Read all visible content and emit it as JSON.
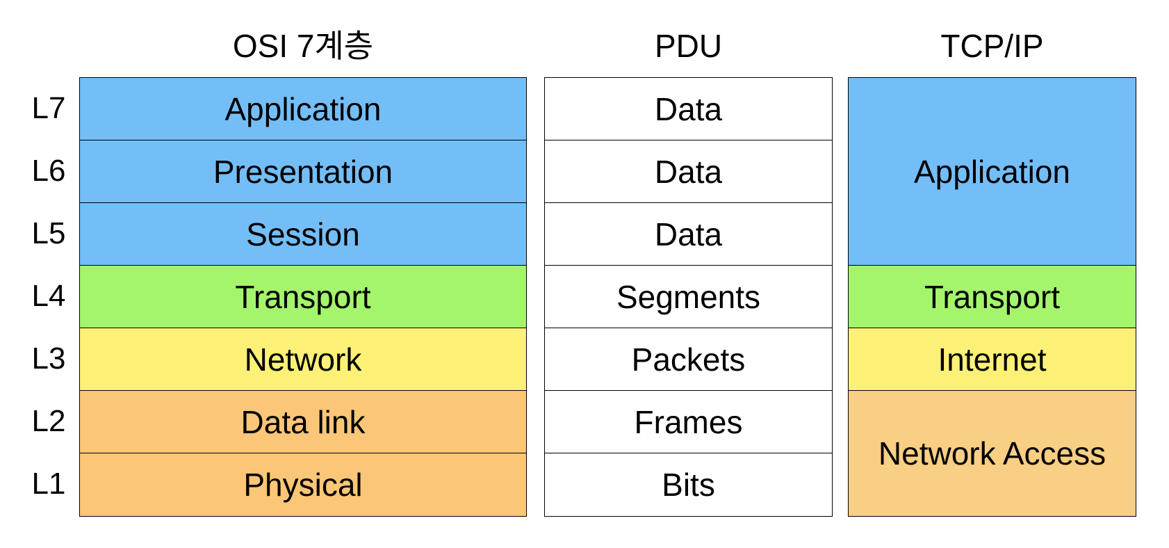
{
  "headers": {
    "osi": "OSI 7계층",
    "pdu": "PDU",
    "tcpip": "TCP/IP"
  },
  "layer_labels": [
    "L7",
    "L6",
    "L5",
    "L4",
    "L3",
    "L2",
    "L1"
  ],
  "osi_layers": [
    {
      "name": "Application",
      "color": "#74BEF8"
    },
    {
      "name": "Presentation",
      "color": "#74BEF8"
    },
    {
      "name": "Session",
      "color": "#74BEF8"
    },
    {
      "name": "Transport",
      "color": "#A4F56C"
    },
    {
      "name": "Network",
      "color": "#FCF176"
    },
    {
      "name": "Data link",
      "color": "#FBC677"
    },
    {
      "name": "Physical",
      "color": "#FBC677"
    }
  ],
  "pdu": [
    "Data",
    "Data",
    "Data",
    "Segments",
    "Packets",
    "Frames",
    "Bits"
  ],
  "tcpip_layers": [
    {
      "name": "Application",
      "span": 3,
      "color": "#74BEF8"
    },
    {
      "name": "Transport",
      "span": 1,
      "color": "#A4F56C"
    },
    {
      "name": "Internet",
      "span": 1,
      "color": "#FCF176"
    },
    {
      "name": "Network Access",
      "span": 2,
      "color": "#F9CE85"
    }
  ]
}
